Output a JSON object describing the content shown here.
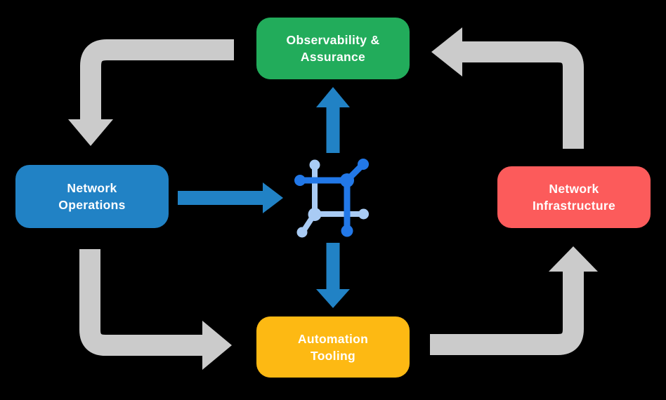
{
  "diagram": {
    "nodes": {
      "observability": {
        "line1": "Observability &",
        "line2": "Assurance",
        "color": "#22AC5B"
      },
      "operations": {
        "line1": "Network",
        "line2": "Operations",
        "color": "#2182C5"
      },
      "infrastructure": {
        "line1": "Network",
        "line2": "Infrastructure",
        "color": "#FC5B5B"
      },
      "automation": {
        "line1": "Automation",
        "line2": "Tooling",
        "color": "#FDB913"
      }
    },
    "center_icon": "network-mesh-icon",
    "colors": {
      "background": "#000000",
      "node_text": "#FFFFFF",
      "cycle_arrow_gray": "#CBCBCB",
      "center_arrow_blue": "#2182C5",
      "icon_dark_blue": "#2278E8",
      "icon_light_blue": "#A9CBF4"
    }
  }
}
